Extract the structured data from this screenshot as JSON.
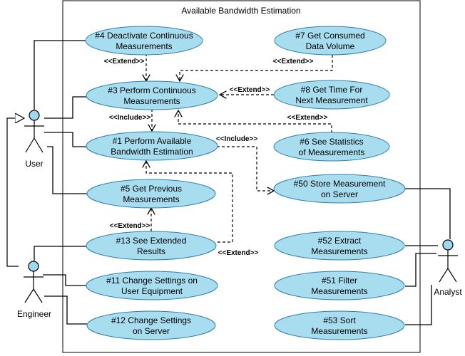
{
  "system": {
    "title": "Available Bandwidth Estimation"
  },
  "actors": {
    "user": "User",
    "engineer": "Engineer",
    "analyst": "Analyst"
  },
  "use_cases": {
    "uc4": [
      "#4 Deactivate Continuous",
      "Measurements"
    ],
    "uc7": [
      "#7 Get Consumed",
      "Data Volume"
    ],
    "uc3": [
      "#3 Perform Continuous",
      "Measurements"
    ],
    "uc8": [
      "#8 Get Time For",
      "Next Measurement"
    ],
    "uc1": [
      "#1 Perform Available",
      "Bandwidth Estimation"
    ],
    "uc6": [
      "#6 See Statistics",
      "of Measurements"
    ],
    "uc50": [
      "#50 Store Measurement",
      "on Server"
    ],
    "uc5": [
      "#5 Get Previous",
      "Measurements"
    ],
    "uc13": [
      "#13 See Extended",
      "Results"
    ],
    "uc52": [
      "#52 Extract",
      "Measurements"
    ],
    "uc11": [
      "#11 Change Settings on",
      "User Equipment"
    ],
    "uc51": [
      "#51 Filter",
      "Measurements"
    ],
    "uc12": [
      "#12 Change Settings",
      "on Server"
    ],
    "uc53": [
      "#53 Sort",
      "Measurements"
    ]
  },
  "relations": {
    "extend": "<<Extend>>",
    "include": "<<Include>>"
  },
  "colors": {
    "usecase_fill": "#a8ddf0",
    "usecase_stroke": "#2f7fb0",
    "actor_head": "#9fd8ee",
    "line": "#000000"
  }
}
